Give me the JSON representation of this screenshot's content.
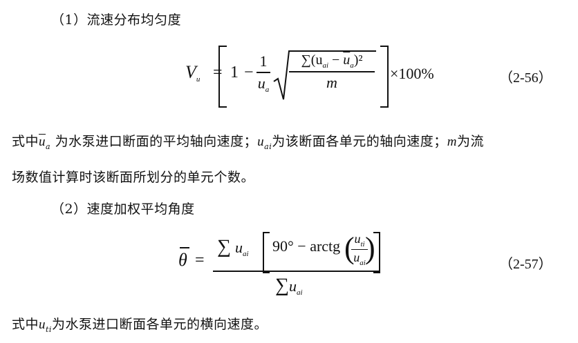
{
  "sections": [
    {
      "heading": "（1）流速分布均匀度"
    },
    {
      "heading": "（2）速度加权平均角度"
    }
  ],
  "formula1": {
    "lhs": "V",
    "lhs_sub": "u",
    "equals": "=",
    "one": "1",
    "minus": "−",
    "frac_num": "1",
    "frac_den": "u",
    "frac_den_sub": "a",
    "radicand_num": "∑(u",
    "radicand_num_sub": "ai",
    "radicand_num_mid": " − ",
    "radicand_num_u": "u",
    "radicand_num_u_sub": "a",
    "radicand_num_close": ")²",
    "radicand_den": "m",
    "times": "×100%",
    "number": "（2-56）"
  },
  "para1": {
    "t1": "式中",
    "u": "u",
    "u_sub": "a",
    "t2": "为水泵进口断面的平均轴向速度；",
    "u2": "u",
    "u2_sub": "ai",
    "t3": "为该断面各单元的轴向速度；",
    "m": "m",
    "t4": "为流"
  },
  "para2": {
    "text": "场数值计算时该断面所划分的单元个数。"
  },
  "formula2": {
    "lhs": "θ",
    "equals": "=",
    "sigma": "∑",
    "u": "u",
    "u_sub": "ai",
    "ninety": "90° − arctg",
    "inner_num": "u",
    "inner_num_sub": "ti",
    "inner_den": "u",
    "inner_den_sub": "ai",
    "den_sigma": "∑",
    "den_u": "u",
    "den_u_sub": "ai",
    "number": "（2-57）"
  },
  "para3": {
    "t1": "式中",
    "u": "u",
    "u_sub": "ti",
    "t2": "为水泵进口断面各单元的横向速度。"
  }
}
